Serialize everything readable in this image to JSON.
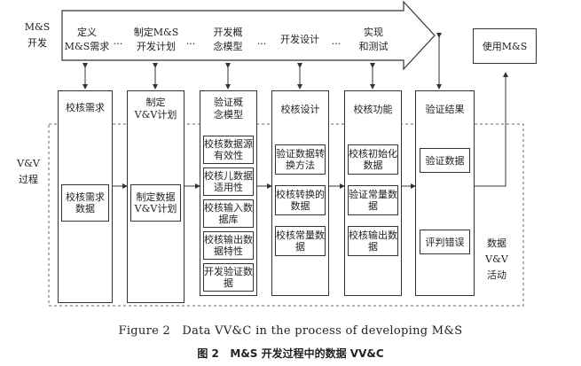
{
  "ms": {
    "label_top": "M&S",
    "label_bottom": "开发",
    "steps": [
      {
        "line1": "定义",
        "line2": "M&S需求"
      },
      {
        "line1": "制定M&S",
        "line2": "开发计划"
      },
      {
        "line1": "开发概",
        "line2": "念模型"
      },
      {
        "line1": "开发设计",
        "line2": ""
      },
      {
        "line1": "实现",
        "line2": "和测试"
      }
    ],
    "dots": "...",
    "use_box": "使用M&S"
  },
  "vv": {
    "label_top": "V&V",
    "label_bottom": "过程",
    "columns": [
      {
        "title1": "校核需求",
        "title2": "",
        "items": [
          "校核需求数据"
        ]
      },
      {
        "title1": "制定",
        "title2": "V&V计划",
        "items": [
          "制定数据V&V计划"
        ]
      },
      {
        "title1": "验证概",
        "title2": "念模型",
        "items": [
          "校核数据源有效性",
          "校核儿数据适用性",
          "校核输入数据库",
          "校核输出数据特性",
          "开发验证数据"
        ]
      },
      {
        "title1": "校核设计",
        "title2": "",
        "items": [
          "验证数据转换方法",
          "校核转换的数据",
          "校核常量数据"
        ]
      },
      {
        "title1": "校核功能",
        "title2": "",
        "items": [
          "校核初始化数据",
          "验证常量数据",
          "校核输出数据"
        ]
      },
      {
        "title1": "验证结果",
        "title2": "",
        "items": [
          "验证数据",
          "评判错误"
        ]
      }
    ]
  },
  "data_vv": {
    "line1": "数据",
    "line2": "V&V",
    "line3": "活动"
  },
  "caption": {
    "en": "Figure 2   Data VV&C in the process of developing M&S",
    "zh": "图 2   M&S 开发过程中的数据 VV&C"
  }
}
